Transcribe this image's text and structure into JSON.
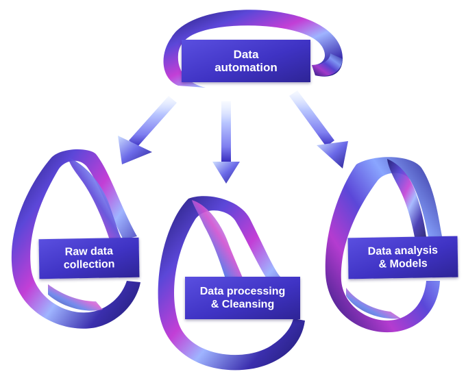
{
  "diagram": {
    "nodes": {
      "top": {
        "label": "Data\nautomation"
      },
      "left": {
        "label": "Raw data\ncollection"
      },
      "middle": {
        "label": "Data processing\n& Cleansing"
      },
      "right": {
        "label": "Data analysis\n& Models"
      }
    },
    "edges": [
      {
        "from": "top",
        "to": "left"
      },
      {
        "from": "top",
        "to": "middle"
      },
      {
        "from": "top",
        "to": "right"
      }
    ]
  },
  "colors": {
    "label_fill": "#4a3fd6",
    "ribbon_dark": "#1f1a6e",
    "ribbon_mid": "#5b47d8",
    "ribbon_light": "#9fb4ff",
    "ribbon_magenta": "#c23fd6",
    "arrow_light": "#cfe0ff",
    "arrow_mid": "#7f7ff0",
    "arrow_dark": "#3a2fbf"
  }
}
